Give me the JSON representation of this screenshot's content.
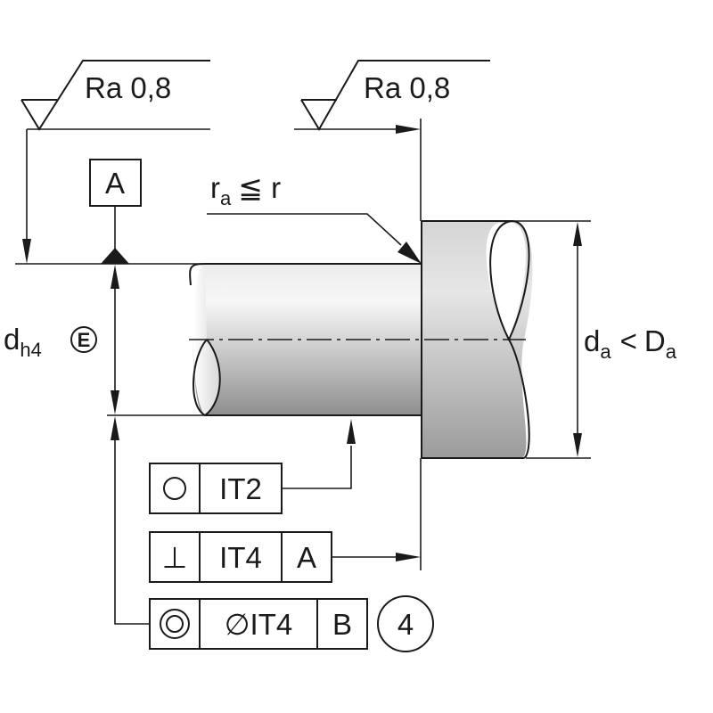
{
  "roughness": {
    "left": {
      "symbol": "Ra",
      "value": "0,8"
    },
    "right": {
      "symbol": "Ra",
      "value": "0,8"
    }
  },
  "datum_a": "A",
  "fillet": {
    "r_main": "r",
    "r_sub": "a",
    "relation": "≦",
    "r_other": "r"
  },
  "shaft_diameter": {
    "main": "d",
    "sub": "h4",
    "envelope": "E"
  },
  "shoulder_diameter": {
    "main": "d",
    "sub": "a",
    "relation": "<",
    "other_main": "D",
    "other_sub": "a"
  },
  "fcf_roundness": {
    "symbol": "○",
    "tolerance": "IT2"
  },
  "fcf_perpendicularity": {
    "symbol": "⊥",
    "tolerance": "IT4",
    "datum": "A"
  },
  "fcf_coaxiality": {
    "symbol": "◎",
    "tolerance": "∅IT4",
    "datum": "B",
    "note": "4"
  },
  "colors": {
    "line": "#1a1a1a",
    "shade_light": "#f2f2f2",
    "shade_dark": "#8c8c8c"
  }
}
